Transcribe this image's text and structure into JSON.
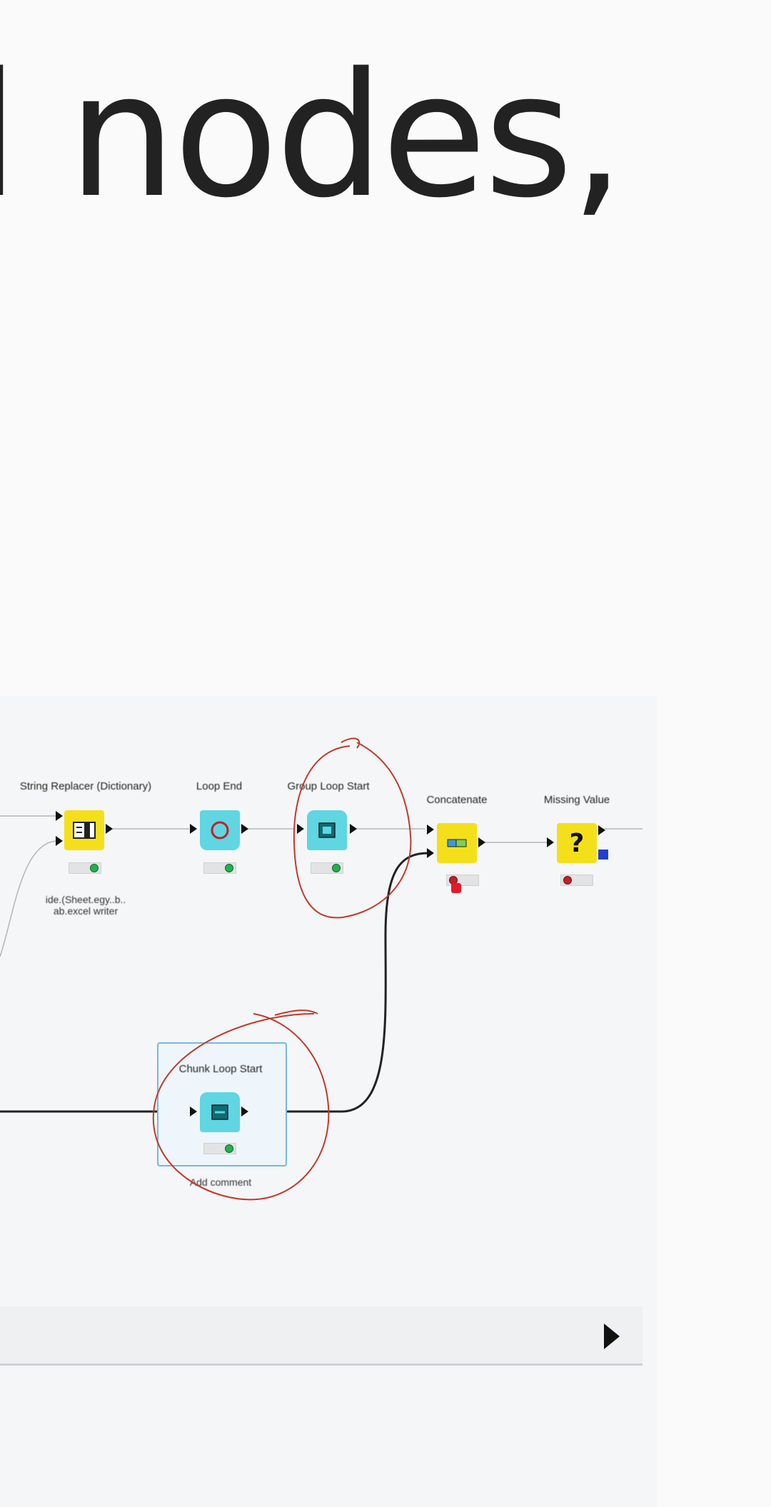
{
  "heading": "l nodes,",
  "workflow": {
    "nodes": [
      {
        "id": "string-replacer",
        "label": "String Replacer (Dictionary)",
        "color": "#f4e01a",
        "status": "green",
        "comment": [
          "ide.(Sheet.egy..b..",
          "ab.excel writer"
        ]
      },
      {
        "id": "loop-end",
        "label": "Loop End",
        "color": "#5fd6e2",
        "status": "green"
      },
      {
        "id": "group-loop-start",
        "label": "Group Loop Start",
        "color": "#5fd6e2",
        "status": "green"
      },
      {
        "id": "concatenate",
        "label": "Concatenate",
        "color": "#f4e01a",
        "status": "red"
      },
      {
        "id": "missing-value",
        "label": "Missing Value",
        "color": "#f4e01a",
        "status": "red"
      },
      {
        "id": "chunk-loop-start",
        "label": "Chunk Loop Start",
        "color": "#5fd6e2",
        "status": "green",
        "comment": [
          "Add comment"
        ],
        "selected": true
      }
    ],
    "annotation_color": "#c0392b"
  }
}
